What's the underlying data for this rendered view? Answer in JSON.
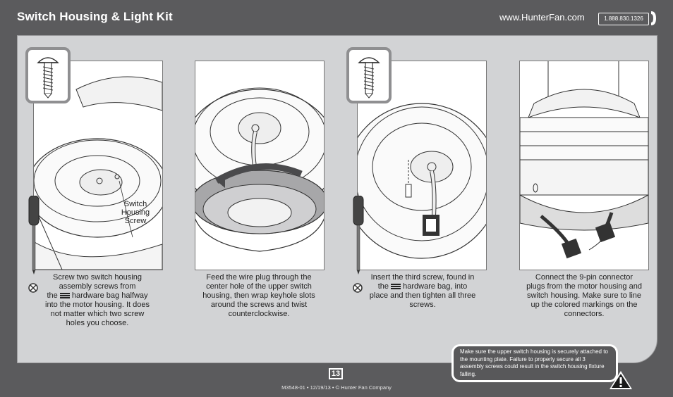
{
  "header": {
    "title": "Switch Housing & Light Kit",
    "website": "www.HunterFan.com",
    "phone": "1.888.830.1326"
  },
  "steps": [
    {
      "label_callout": [
        "Switch",
        "Housing",
        "Screw"
      ],
      "caption_parts": [
        "Screw two switch housing",
        "assembly screws from",
        "the",
        "hardware bag halfway",
        "into the motor housing. It does",
        "not matter which two screw",
        "holes you choose."
      ]
    },
    {
      "caption_parts": [
        "Feed the wire plug through the",
        "center hole of the upper switch",
        "housing, then wrap keyhole slots",
        "around the screws and twist",
        "counterclockwise."
      ]
    },
    {
      "caption_parts": [
        "Insert the third screw, found in",
        "the",
        "hardware bag, into",
        "place and then tighten all three",
        "screws."
      ]
    },
    {
      "caption_parts": [
        "Connect the 9-pin connector",
        "plugs from the motor housing and",
        "switch housing. Make sure to line",
        "up the colored markings on the",
        "connectors."
      ]
    }
  ],
  "warning": {
    "text": "Make sure the upper switch housing is securely attached to the mounting plate. Failure to properly secure all 3 assembly screws could result in the switch housing fixture falling."
  },
  "footer": {
    "page_number": "13",
    "doc_info": "M3548-01 • 12/19/13 • © Hunter Fan Company"
  },
  "icons": {
    "screw": "screw-icon",
    "prohibited": "no-power-tool-icon",
    "hardware_bag": "hardware-bag-icon",
    "warning": "warning-triangle-icon"
  },
  "colors": {
    "background": "#5b5b5d",
    "panel": "#d2d3d5",
    "accent_gray": "#8f8f91"
  }
}
